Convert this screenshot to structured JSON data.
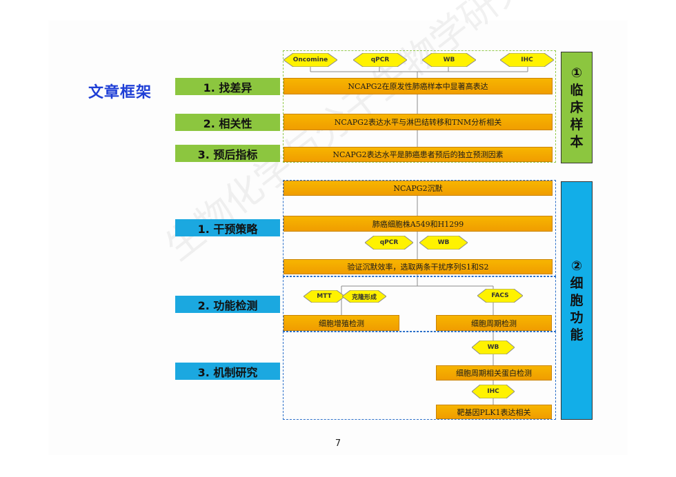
{
  "title": "文章框架",
  "sections": {
    "clinical": {
      "labels": [
        "1. 找差异",
        "2. 相关性",
        "3. 预后指标"
      ],
      "methods": [
        "Oncomine",
        "qPCR",
        "WB",
        "IHC"
      ],
      "bars": [
        "NCAPG2在原发性肺癌样本中显著高表达",
        "NCAPG2表达水平与淋巴结转移和TNM分析相关",
        "NCAPG2表达水平是肺癌患者预后的独立预测因素"
      ],
      "side_chars": [
        "①",
        "临",
        "床",
        "样",
        "本"
      ]
    },
    "cell": {
      "labels": [
        "1. 干预策略",
        "2. 功能检测",
        "3. 机制研究"
      ],
      "bars": {
        "silence": "NCAPG2沉默",
        "cell_lines": "肺癌细胞株A549和H1299",
        "verify": "验证沉默效率，选取两条干扰序列S1和S2",
        "proliferation": "细胞增殖检测",
        "cycle": "细胞周期检测",
        "cycle_protein": "细胞周期相关蛋白检测",
        "target": "靶基因PLK1表达相关"
      },
      "methods": {
        "qpcr": "qPCR",
        "wb": "WB",
        "mtt": "MTT",
        "colony": "克隆形成",
        "facs": "FACS",
        "wb2": "WB",
        "ihc": "IHC"
      },
      "side_chars": [
        "②",
        "细",
        "胞",
        "功",
        "能"
      ]
    }
  },
  "page_number": "7",
  "watermark": "生物化学与分子生物学研究",
  "colors": {
    "title": "#1f3fd6",
    "green": "#8cc63f",
    "blue": "#12aee8",
    "orange": "#f7b500",
    "dash_blue": "#2a6fc9"
  }
}
